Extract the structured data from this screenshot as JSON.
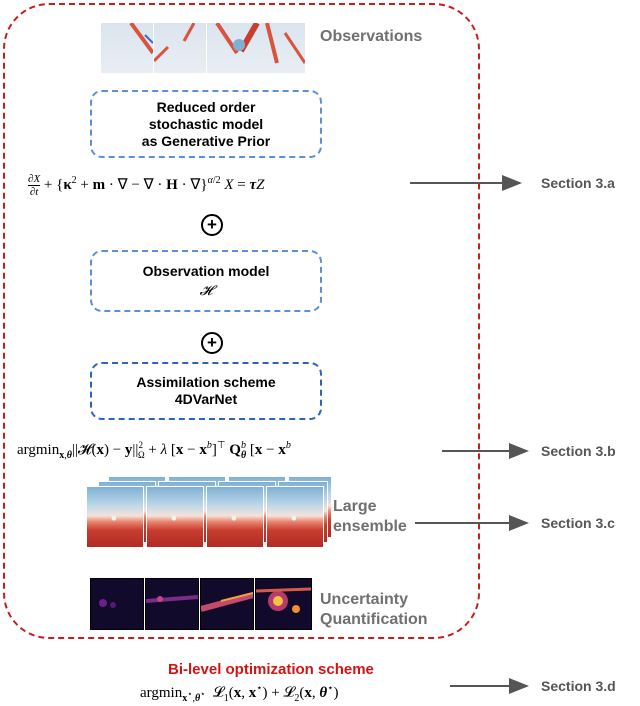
{
  "observations_label": "Observations",
  "prior_box": [
    "Reduced order",
    "stochastic model",
    "as Generative Prior"
  ],
  "observation_box": {
    "title": "Observation model",
    "symbol": "𝓗"
  },
  "assimilation_box": [
    "Assimilation scheme",
    "4DVarNet"
  ],
  "ensemble_label": [
    "Large",
    "ensemble"
  ],
  "uncertainty_label": [
    "Uncertainty",
    "Quantification"
  ],
  "bilevel_label": "Bi-level optimization scheme",
  "sections": {
    "a": "Section 3.a",
    "b": "Section 3.b",
    "c": "Section 3.c",
    "d": "Section 3.d"
  },
  "colors": {
    "outer_border": "#c41e1e",
    "box_border": "#5b8fd6",
    "arrow": "#555555",
    "section_text": "#555555"
  }
}
